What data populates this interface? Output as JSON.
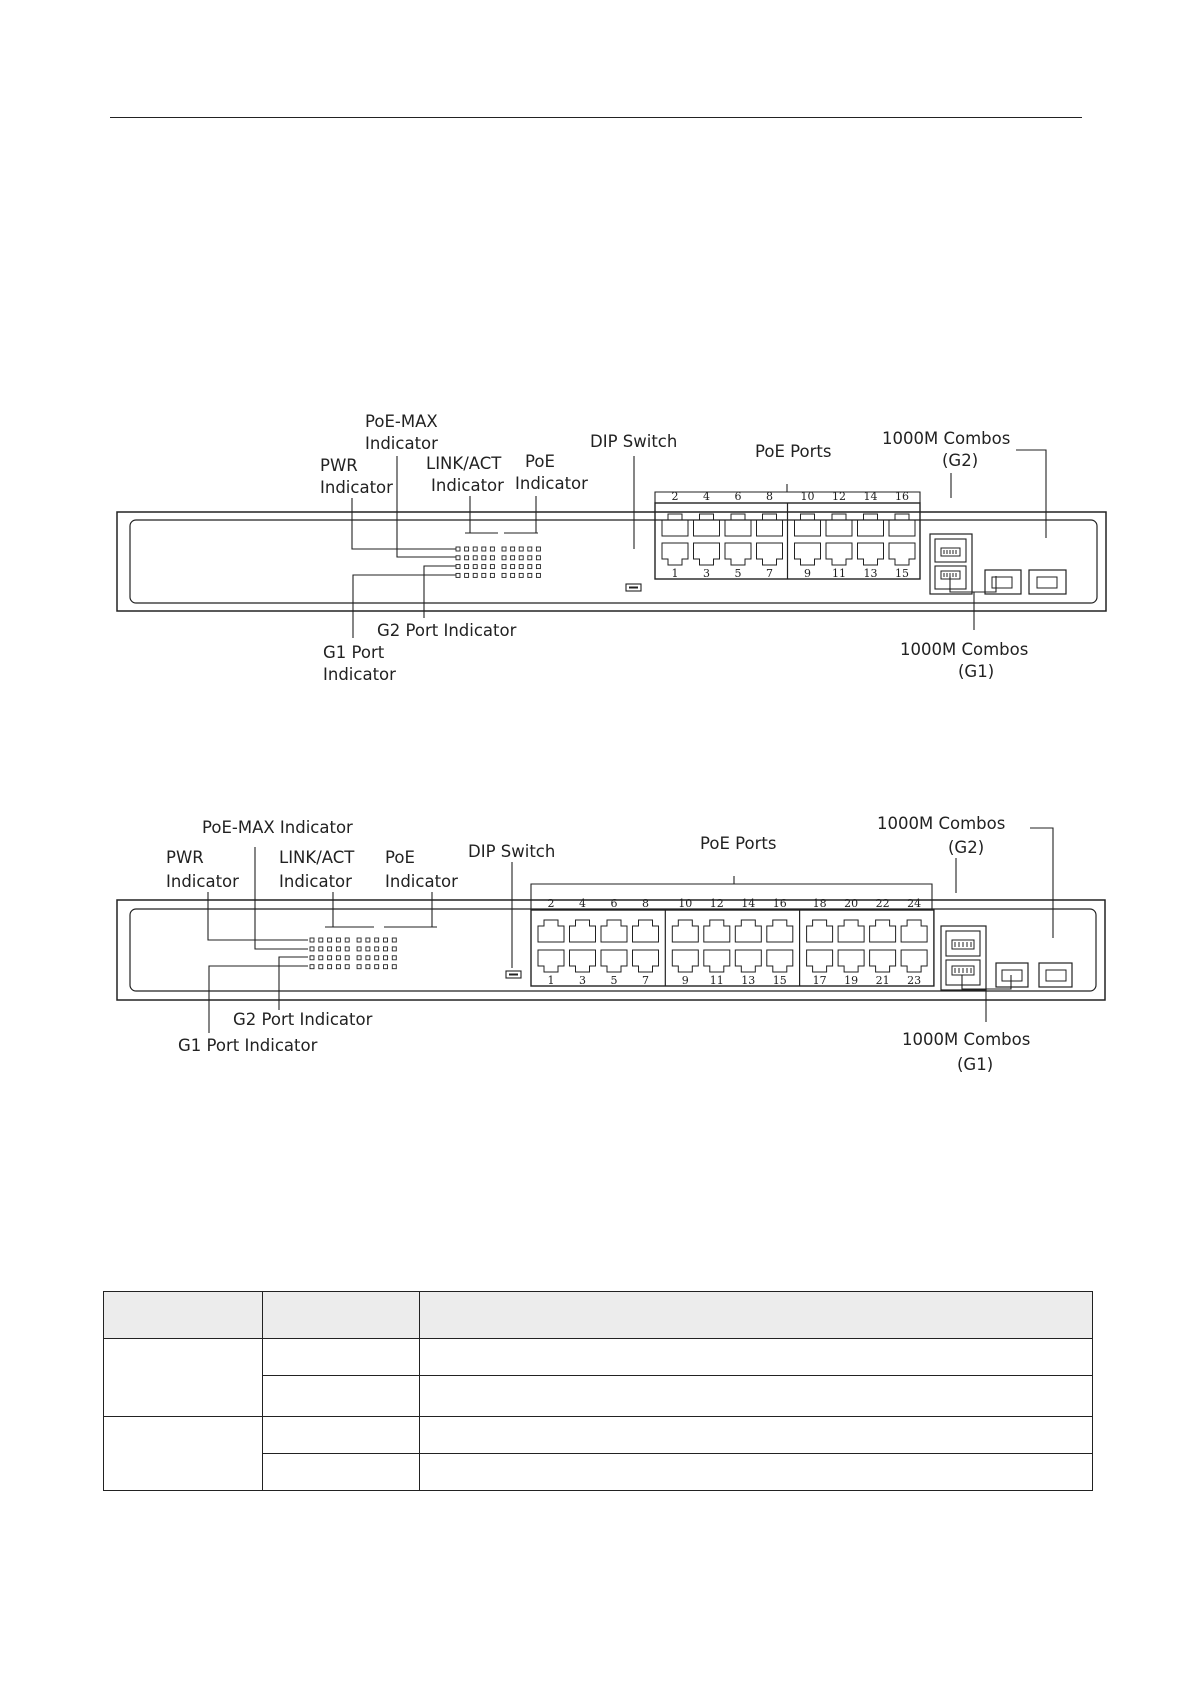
{
  "diagram_16": {
    "labels": {
      "poe_max": [
        "PoE-MAX",
        "Indicator"
      ],
      "pwr": [
        "PWR",
        "Indicator"
      ],
      "link_act": [
        "LINK/ACT",
        "Indicator"
      ],
      "poe": [
        "PoE",
        "Indicator"
      ],
      "dip_switch": "DIP Switch",
      "poe_ports": "PoE Ports",
      "combo_g2": [
        "1000M Combos",
        "(G2)"
      ],
      "combo_g1": [
        "1000M Combos",
        "(G1)"
      ],
      "g2_port": "G2 Port Indicator",
      "g1_port": [
        "G1 Port",
        "Indicator"
      ]
    },
    "top_port_numbers": [
      "2",
      "4",
      "6",
      "8",
      "10",
      "12",
      "14",
      "16"
    ],
    "bottom_port_numbers": [
      "1",
      "3",
      "5",
      "7",
      "9",
      "11",
      "13",
      "15"
    ]
  },
  "diagram_24": {
    "labels": {
      "poe_max": "PoE-MAX Indicator",
      "pwr": [
        "PWR",
        "Indicator"
      ],
      "link_act": [
        "LINK/ACT",
        "Indicator"
      ],
      "poe": [
        "PoE",
        "Indicator"
      ],
      "dip_switch": "DIP Switch",
      "poe_ports": "PoE Ports",
      "combo_g2": [
        "1000M Combos",
        "(G2)"
      ],
      "combo_g1": [
        "1000M Combos",
        "(G1)"
      ],
      "g2_port": "G2 Port Indicator",
      "g1_port": "G1 Port Indicator"
    },
    "top_port_numbers": [
      "2",
      "4",
      "6",
      "8",
      "10",
      "12",
      "14",
      "16",
      "18",
      "20",
      "22",
      "24"
    ],
    "bottom_port_numbers": [
      "1",
      "3",
      "5",
      "7",
      "9",
      "11",
      "13",
      "15",
      "17",
      "19",
      "21",
      "23"
    ]
  },
  "table": {
    "headers": [
      "",
      "",
      ""
    ],
    "rows": [
      {
        "group": "",
        "cells": [
          "",
          ""
        ]
      },
      {
        "group": null,
        "cells": [
          "",
          ""
        ]
      },
      {
        "group": "",
        "cells": [
          "",
          ""
        ]
      },
      {
        "group": null,
        "cells": [
          "",
          ""
        ]
      }
    ]
  }
}
